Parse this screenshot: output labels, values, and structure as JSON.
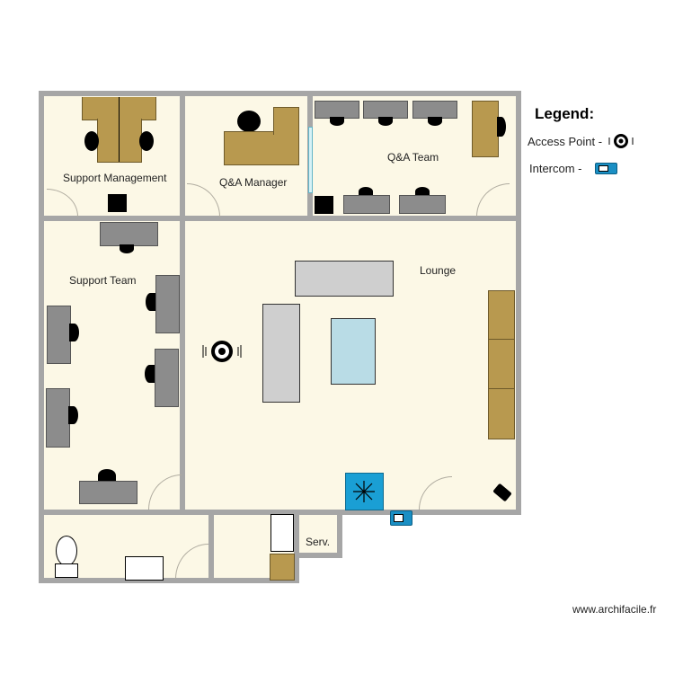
{
  "plan": {
    "rooms": [
      {
        "id": "support-management",
        "label": "Support Management"
      },
      {
        "id": "qa-manager",
        "label": "Q&A Manager"
      },
      {
        "id": "qa-team",
        "label": "Q&A Team"
      },
      {
        "id": "support-team",
        "label": "Support Team"
      },
      {
        "id": "lounge",
        "label": "Lounge"
      },
      {
        "id": "server",
        "label": "Serv."
      }
    ]
  },
  "legend": {
    "title": "Legend:",
    "items": [
      {
        "label": "Access Point -",
        "icon": "access-point-icon"
      },
      {
        "label": "Intercom -",
        "icon": "intercom-icon"
      }
    ]
  },
  "colors": {
    "floor": "#fcf8e6",
    "wall": "#a6a6a6",
    "wood_desk": "#b8994f",
    "grey_desk": "#8c8c8c",
    "sofa": "#cfcfcf",
    "rug": "#b9dce6",
    "ac_unit": "#1a9fd4",
    "intercom": "#1a8fc4"
  },
  "watermark": "www.archifacile.fr"
}
